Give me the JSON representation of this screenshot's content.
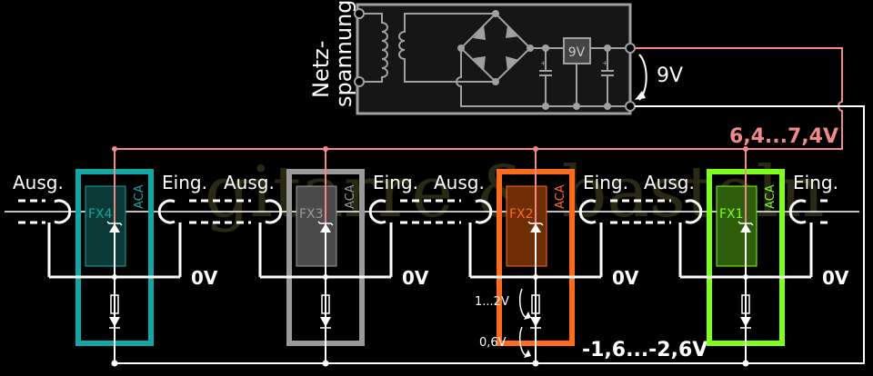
{
  "watermark": "gitarre & basteln",
  "supply": {
    "mains_label_line1": "Netz-",
    "mains_label_line2": "spannung",
    "regulator_label": "9V",
    "output_voltage": "9V",
    "rail_voltage": "6,4...7,4V",
    "negative_rail_voltage": "-1,6...-2,6V"
  },
  "colors": {
    "positive_rail": "#f08a8a",
    "wire": "#ffffff",
    "supply_box": "#a0a0a0",
    "fx4": "#13a6a6",
    "fx3": "#9a9a9a",
    "fx2": "#ff6a1f",
    "fx1": "#7dff1a"
  },
  "units": [
    {
      "name": "FX4",
      "tag": "ACA",
      "out_label": "Ausg.",
      "in_label": "Eing.",
      "ground_label": "0V"
    },
    {
      "name": "FX3",
      "tag": "ACA",
      "out_label": "Ausg.",
      "in_label": "Eing.",
      "ground_label": "0V"
    },
    {
      "name": "FX2",
      "tag": "ACA",
      "out_label": "Ausg.",
      "in_label": "Eing.",
      "ground_label": "0V"
    },
    {
      "name": "FX1",
      "tag": "ACA",
      "out_label": "Ausg.",
      "in_label": "Eing.",
      "ground_label": "0V"
    }
  ],
  "fx2_annotations": {
    "resistor_drop": "1...2V",
    "diode_drop": "0,6V"
  }
}
